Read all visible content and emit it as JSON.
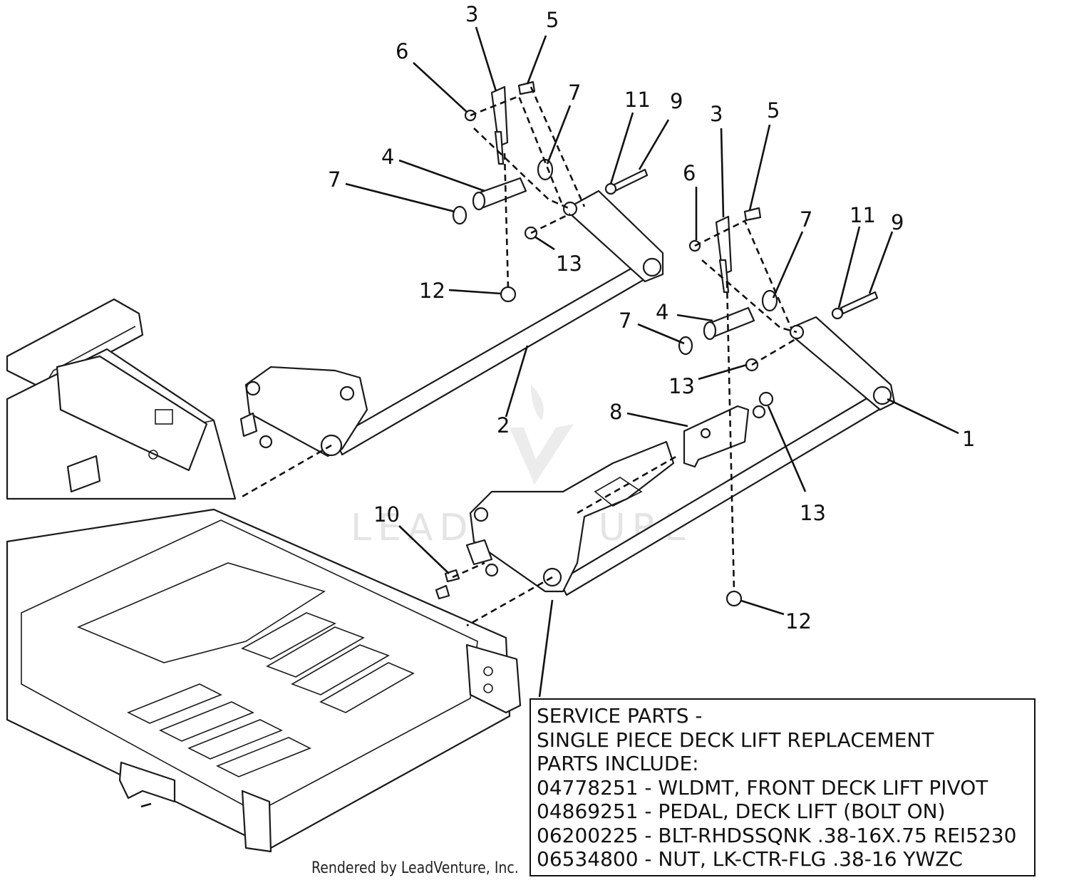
{
  "diagram": {
    "callouts": [
      {
        "id": "c3a",
        "text": "3"
      },
      {
        "id": "c5a",
        "text": "5"
      },
      {
        "id": "c6a",
        "text": "6"
      },
      {
        "id": "c7a",
        "text": "7"
      },
      {
        "id": "c11a",
        "text": "11"
      },
      {
        "id": "c9a",
        "text": "9"
      },
      {
        "id": "c4a",
        "text": "4"
      },
      {
        "id": "c7b",
        "text": "7"
      },
      {
        "id": "c13a",
        "text": "13"
      },
      {
        "id": "c12a",
        "text": "12"
      },
      {
        "id": "c3b",
        "text": "3"
      },
      {
        "id": "c5b",
        "text": "5"
      },
      {
        "id": "c6b",
        "text": "6"
      },
      {
        "id": "c7c",
        "text": "7"
      },
      {
        "id": "c11b",
        "text": "11"
      },
      {
        "id": "c9b",
        "text": "9"
      },
      {
        "id": "c4b",
        "text": "4"
      },
      {
        "id": "c7d",
        "text": "7"
      },
      {
        "id": "c13b",
        "text": "13"
      },
      {
        "id": "c2",
        "text": "2"
      },
      {
        "id": "c8",
        "text": "8"
      },
      {
        "id": "c1",
        "text": "1"
      },
      {
        "id": "c13c",
        "text": "13"
      },
      {
        "id": "c10",
        "text": "10"
      },
      {
        "id": "c12b",
        "text": "12"
      }
    ],
    "watermark": "LEADVENTURE"
  },
  "service_parts": {
    "lines": [
      "SERVICE PARTS -",
      "SINGLE PIECE DECK LIFT REPLACEMENT",
      "PARTS INCLUDE:",
      "04778251 - WLDMT, FRONT DECK LIFT PIVOT",
      "04869251 - PEDAL, DECK LIFT (BOLT ON)",
      "06200225 - BLT-RHDSSQNK .38-16X.75 REI5230",
      "06534800 - NUT, LK-CTR-FLG .38-16 YWZC"
    ]
  },
  "footer": {
    "text": "Rendered by LeadVenture, Inc."
  }
}
